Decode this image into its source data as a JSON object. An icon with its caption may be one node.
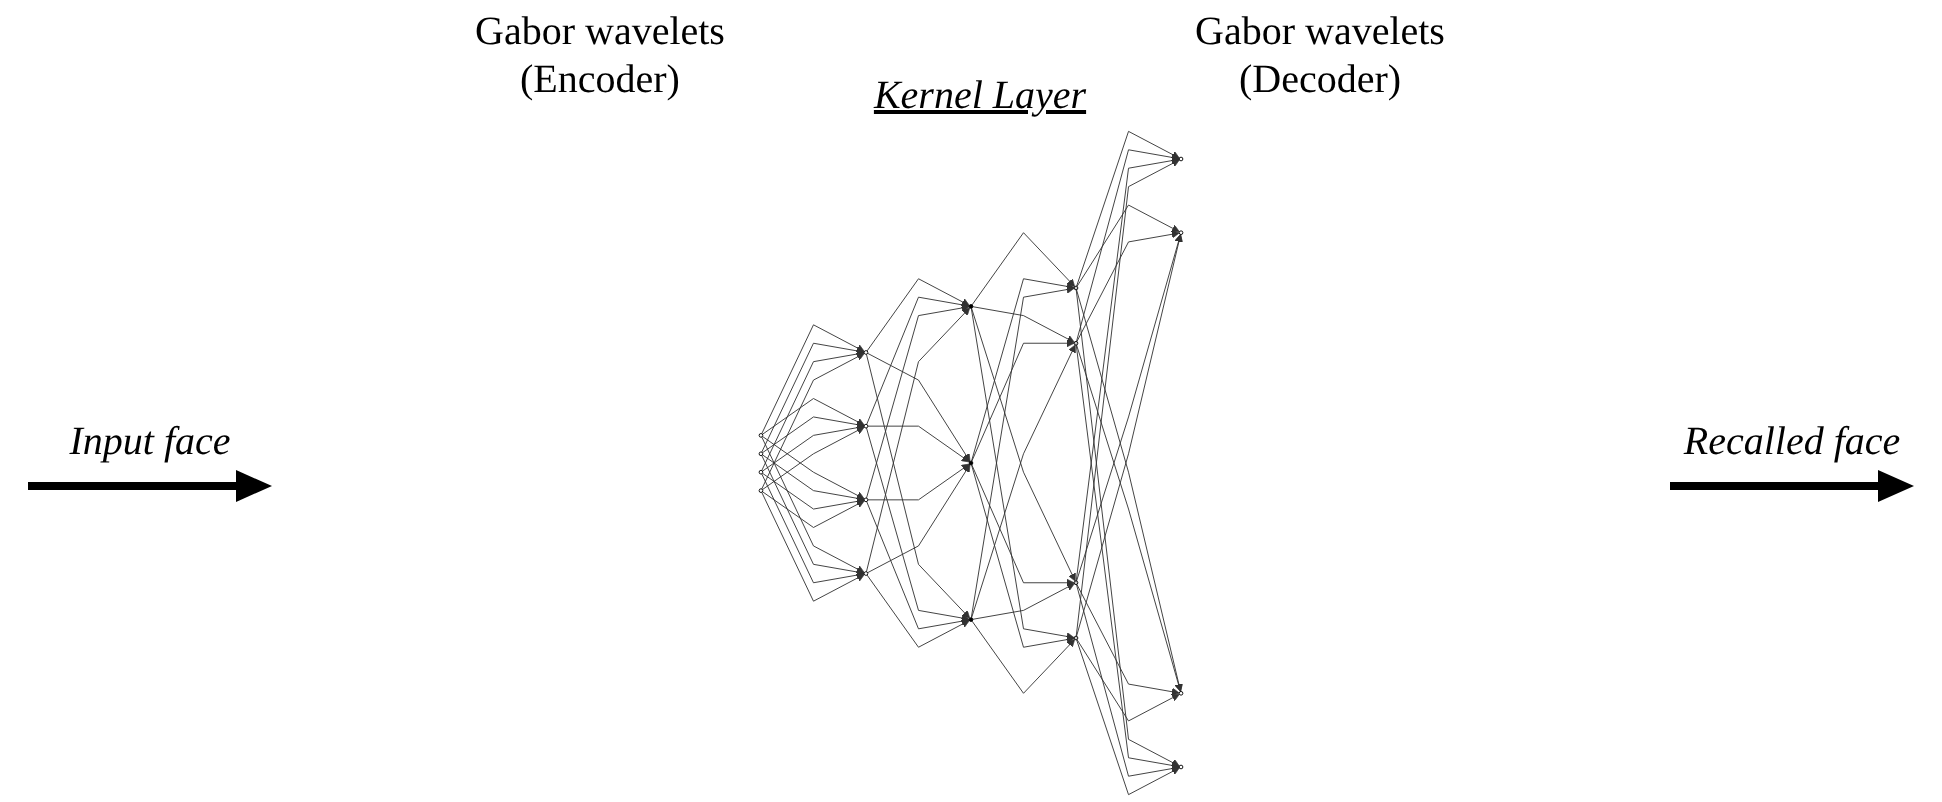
{
  "diagram": {
    "nodes": [
      {
        "text": [],
        "shape": "circle"
      },
      {
        "text": [],
        "shape": "circle"
      },
      {
        "text": [],
        "shape": "circle"
      },
      {
        "text": [],
        "shape": "circle"
      },
      {
        "text": [],
        "shape": "circle"
      },
      {
        "text": [],
        "shape": "circle"
      },
      {
        "text": [],
        "shape": "circle"
      },
      {
        "text": [],
        "shape": "circle"
      },
      {
        "text": [],
        "shape": "circle"
      },
      {
        "text": [],
        "shape": "circle"
      },
      {
        "text": [],
        "shape": "circle"
      },
      {
        "text": [],
        "shape": "circle"
      },
      {
        "text": [],
        "shape": "circle"
      },
      {
        "text": [],
        "shape": "circle"
      },
      {
        "text": [],
        "shape": "circle"
      },
      {
        "text": [],
        "shape": "circle"
      },
      {
        "text": [],
        "shape": "circle"
      },
      {
        "text": [],
        "shape": "circle"
      },
      {
        "text": [],
        "shape": "circle"
      }
    ],
    "edges": [
      {
        "from": 0,
        "to": 4,
        "arrow": "to"
      },
      {
        "from": 0,
        "to": 5,
        "arrow": "to"
      },
      {
        "from": 0,
        "to": 6,
        "arrow": "to"
      },
      {
        "from": 0,
        "to": 7,
        "arrow": "to"
      },
      {
        "from": 1,
        "to": 4,
        "arrow": "to"
      },
      {
        "from": 1,
        "to": 5,
        "arrow": "to"
      },
      {
        "from": 1,
        "to": 6,
        "arrow": "to"
      },
      {
        "from": 1,
        "to": 7,
        "arrow": "to"
      },
      {
        "from": 2,
        "to": 4,
        "arrow": "to"
      },
      {
        "from": 2,
        "to": 5,
        "arrow": "to"
      },
      {
        "from": 2,
        "to": 6,
        "arrow": "to"
      },
      {
        "from": 2,
        "to": 7,
        "arrow": "to"
      },
      {
        "from": 3,
        "to": 4,
        "arrow": "to"
      },
      {
        "from": 3,
        "to": 5,
        "arrow": "to"
      },
      {
        "from": 3,
        "to": 6,
        "arrow": "to"
      },
      {
        "from": 3,
        "to": 7,
        "arrow": "to"
      },
      {
        "from": 4,
        "to": 8,
        "arrow": "to"
      },
      {
        "from": 4,
        "to": 9,
        "arrow": "to"
      },
      {
        "from": 4,
        "to": 10,
        "arrow": "to"
      },
      {
        "from": 5,
        "to": 8,
        "arrow": "to"
      },
      {
        "from": 5,
        "to": 9,
        "arrow": "to"
      },
      {
        "from": 5,
        "to": 10,
        "arrow": "to"
      },
      {
        "from": 6,
        "to": 8,
        "arrow": "to"
      },
      {
        "from": 6,
        "to": 9,
        "arrow": "to"
      },
      {
        "from": 6,
        "to": 10,
        "arrow": "to"
      },
      {
        "from": 7,
        "to": 8,
        "arrow": "to"
      },
      {
        "from": 7,
        "to": 9,
        "arrow": "to"
      },
      {
        "from": 7,
        "to": 10,
        "arrow": "to"
      },
      {
        "from": 8,
        "to": 11,
        "arrow": "to"
      },
      {
        "from": 8,
        "to": 12,
        "arrow": "to"
      },
      {
        "from": 8,
        "to": 13,
        "arrow": "to"
      },
      {
        "from": 8,
        "to": 14,
        "arrow": "to"
      },
      {
        "from": 9,
        "to": 11,
        "arrow": "to"
      },
      {
        "from": 9,
        "to": 12,
        "arrow": "to"
      },
      {
        "from": 9,
        "to": 13,
        "arrow": "to"
      },
      {
        "from": 9,
        "to": 14,
        "arrow": "to"
      },
      {
        "from": 10,
        "to": 11,
        "arrow": "to"
      },
      {
        "from": 10,
        "to": 12,
        "arrow": "to"
      },
      {
        "from": 10,
        "to": 13,
        "arrow": "to"
      },
      {
        "from": 10,
        "to": 14,
        "arrow": "to"
      },
      {
        "from": 11,
        "to": 15,
        "arrow": "to"
      },
      {
        "from": 11,
        "to": 16,
        "arrow": "to"
      },
      {
        "from": 11,
        "to": 17,
        "arrow": "to"
      },
      {
        "from": 11,
        "to": 18,
        "arrow": "to"
      },
      {
        "from": 12,
        "to": 15,
        "arrow": "to"
      },
      {
        "from": 12,
        "to": 16,
        "arrow": "to"
      },
      {
        "from": 12,
        "to": 17,
        "arrow": "to"
      },
      {
        "from": 12,
        "to": 18,
        "arrow": "to"
      },
      {
        "from": 13,
        "to": 15,
        "arrow": "to"
      },
      {
        "from": 13,
        "to": 16,
        "arrow": "to"
      },
      {
        "from": 13,
        "to": 17,
        "arrow": "to"
      },
      {
        "from": 13,
        "to": 18,
        "arrow": "to"
      },
      {
        "from": 14,
        "to": 15,
        "arrow": "to"
      },
      {
        "from": 14,
        "to": 16,
        "arrow": "to"
      },
      {
        "from": 14,
        "to": 17,
        "arrow": "to"
      },
      {
        "from": 14,
        "to": 18,
        "arrow": "to"
      }
    ],
    "labels": [
      "Gabor wavelets (Encoder)",
      "Gabor wavelets (Decoder)",
      "Kernel Layer",
      "Input face",
      "Recalled face"
    ]
  }
}
